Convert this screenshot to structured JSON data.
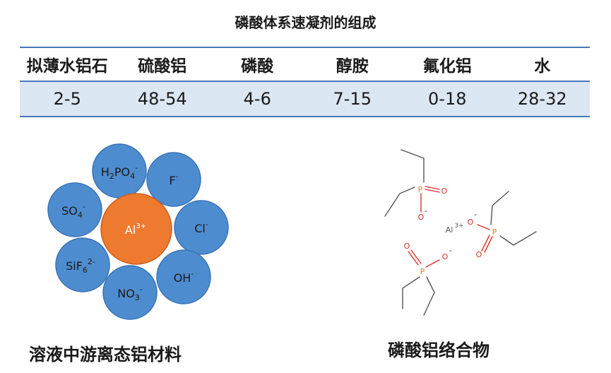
{
  "title": "磷酸体系速凝剂的组成",
  "table": {
    "headers": [
      "拟薄水铝石",
      "硫酸铝",
      "磷酸",
      "醇胺",
      "氟化铝",
      "水"
    ],
    "values": [
      "2-5",
      "48-54",
      "4-6",
      "7-15",
      "0-18",
      "28-32"
    ]
  },
  "ions": {
    "center": {
      "base": "Al",
      "sup": "3+"
    },
    "h2po4": {
      "a": "H",
      "a_sub": "2",
      "b": "PO",
      "b_sub": "4",
      "sup": "-"
    },
    "f": {
      "base": "F",
      "sup": "-"
    },
    "cl": {
      "base": "Cl",
      "sup": "-"
    },
    "oh": {
      "base": "OH",
      "sup": "-"
    },
    "no3": {
      "base": "NO",
      "sub": "3",
      "sup": "-"
    },
    "sif6": {
      "a": "SiF",
      "sub": "6",
      "sup": "2-"
    },
    "so4": {
      "base": "SO",
      "sub": "4",
      "sup": "-"
    }
  },
  "complex": {
    "al": "Al",
    "al_sup": "3+",
    "p": "P",
    "o": "O",
    "minus": "-"
  },
  "captions": {
    "left": "溶液中游离态铝材料",
    "right": "磷酸铝络合物"
  },
  "colors": {
    "table_rule": "#4a78b8",
    "table_band": "#dce7f4",
    "ion_fill": "#4e8cd0",
    "ion_stroke": "#3a72b4",
    "center_fill": "#ee7a2f",
    "center_stroke": "#c8601f",
    "phosphorus": "#d4843a",
    "oxygen": "#e0302a"
  }
}
